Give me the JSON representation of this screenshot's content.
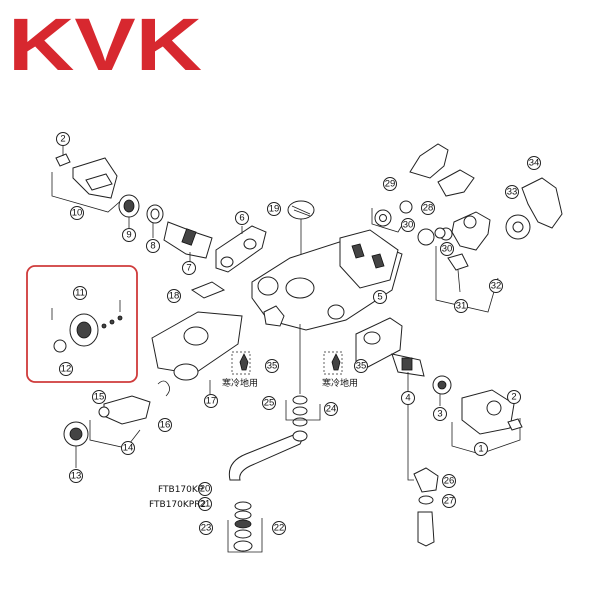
{
  "logo": {
    "text": "KVK",
    "color": "#d7282f"
  },
  "highlight_color": "#cf3b3b",
  "callouts": [
    "1",
    "2",
    "3",
    "4",
    "5",
    "6",
    "7",
    "8",
    "9",
    "10",
    "11",
    "12",
    "13",
    "14",
    "15",
    "16",
    "17",
    "18",
    "19",
    "20",
    "21",
    "22",
    "23",
    "24",
    "25",
    "26",
    "27",
    "28",
    "29",
    "30",
    "31",
    "32",
    "33",
    "34",
    "35"
  ],
  "labels": {
    "cold_region_1": "寒冷地用",
    "cold_region_2": "寒冷地用",
    "model_a": "FTB170KP",
    "model_b": "FTB170KPR2"
  }
}
